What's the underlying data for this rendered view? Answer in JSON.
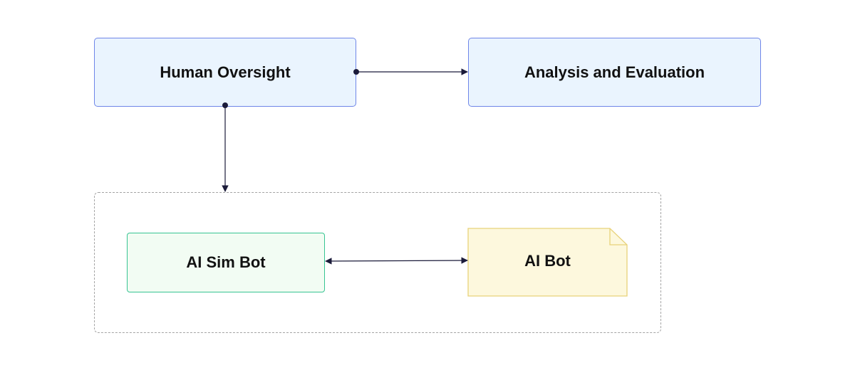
{
  "diagram": {
    "nodes": {
      "human_oversight": {
        "label": "Human Oversight"
      },
      "analysis_evaluation": {
        "label": "Analysis and Evaluation"
      },
      "ai_sim_bot": {
        "label": "AI Sim Bot"
      },
      "ai_bot": {
        "label": "AI Bot"
      }
    },
    "edges": [
      {
        "from": "human_oversight",
        "to": "analysis_evaluation",
        "direction": "forward"
      },
      {
        "from": "human_oversight",
        "to": "simulation_group",
        "direction": "forward"
      },
      {
        "from": "ai_sim_bot",
        "to": "ai_bot",
        "direction": "both"
      }
    ],
    "colors": {
      "blue_fill": "#eaf4fe",
      "blue_border": "#6f86e8",
      "green_fill": "#f2fcf3",
      "green_border": "#37c493",
      "note_fill": "#fdf8dd",
      "note_border": "#e8d27a",
      "edge": "#1b1b3a",
      "group_border": "#a3a3a3"
    }
  }
}
